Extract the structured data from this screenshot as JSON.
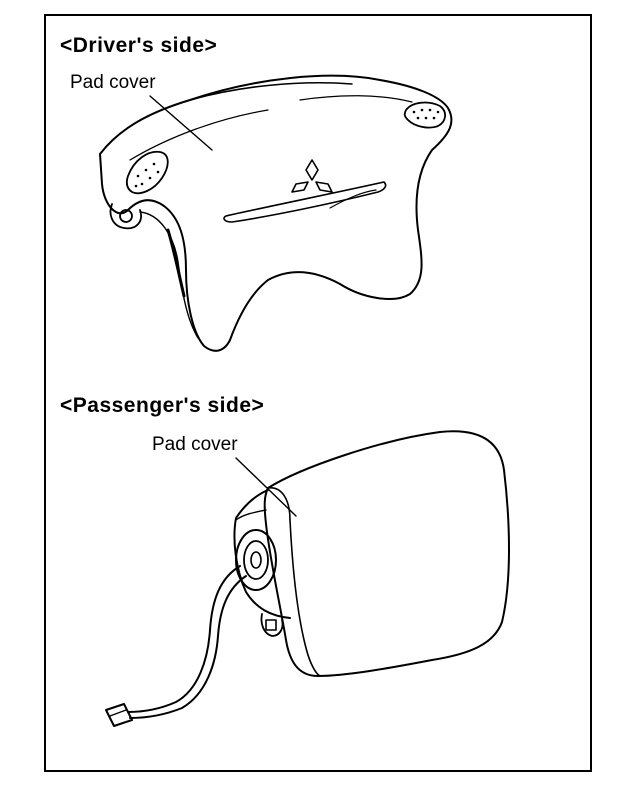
{
  "driver": {
    "heading": "<Driver's side>",
    "callout": "Pad cover"
  },
  "passenger": {
    "heading": "<Passenger's side>",
    "callout": "Pad cover"
  }
}
